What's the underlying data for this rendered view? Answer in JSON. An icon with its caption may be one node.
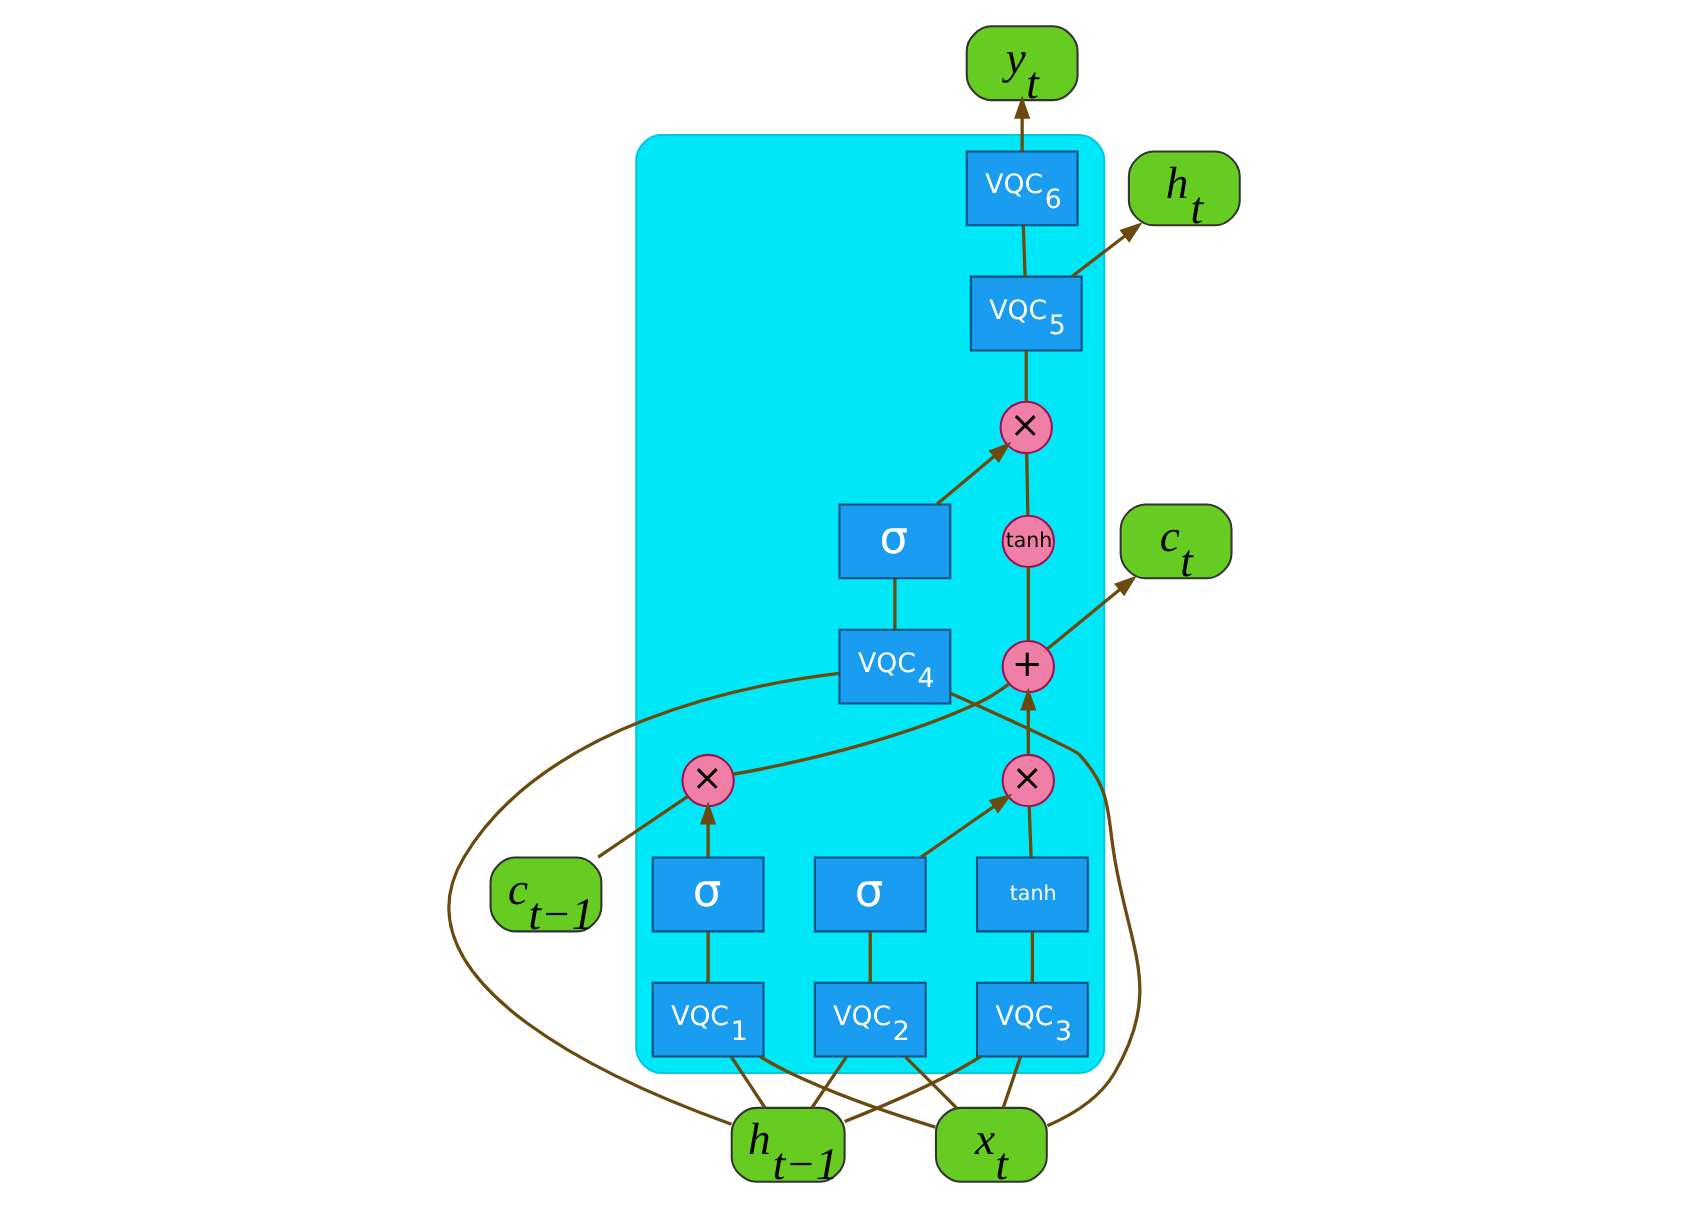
{
  "diagram": {
    "nodes": [
      {
        "text": [],
        "shape": "box"
      },
      {
        "text": [
          "c$_{t−1}$"
        ]
      },
      {
        "text": [
          "h$_{t−1}$"
        ]
      },
      {
        "text": [
          "x$_{t}$"
        ]
      },
      {
        "text": [
          "y$_{t}$"
        ]
      },
      {
        "text": [
          "c$_{t}$"
        ]
      },
      {
        "text": [
          "h$_{t}$"
        ]
      },
      {
        "text": [
          "×"
        ],
        "in": 0
      },
      {
        "text": [
          "+"
        ],
        "in": 0
      },
      {
        "text": [
          "×"
        ],
        "in": 0
      },
      {
        "text": [
          "×"
        ],
        "in": 0
      },
      {
        "text": [
          "tanh"
        ],
        "in": 0
      },
      {
        "text": [
          "σ"
        ],
        "in": 0
      },
      {
        "text": [
          "VQC$_{1}$"
        ],
        "in": 0
      },
      {
        "text": [
          "σ"
        ],
        "in": 0
      },
      {
        "text": [
          "VQC$_{2}$"
        ],
        "in": 0
      },
      {
        "text": [
          "tanh"
        ],
        "in": 0
      },
      {
        "text": [
          "VQC$_{3}$"
        ],
        "in": 0
      },
      {
        "text": [
          "σ"
        ],
        "in": 0
      },
      {
        "text": [
          "VQC$_{4}$"
        ],
        "in": 0
      },
      {
        "text": [
          "VQC$_{5}$"
        ],
        "in": 0
      },
      {
        "text": [
          "VQC$_{6}$"
        ],
        "in": 0
      }
    ],
    "edges": [
      {
        "from": 1,
        "to": 7,
        "arrow": "none"
      },
      {
        "from": 7,
        "to": 8,
        "arrow": "none"
      },
      {
        "from": 8,
        "to": 5,
        "arrow": "to"
      },
      {
        "from": 8,
        "to": 11,
        "arrow": "none"
      },
      {
        "from": 11,
        "to": 10,
        "arrow": "none"
      },
      {
        "from": 2,
        "to": 13,
        "arrow": "none"
      },
      {
        "from": 2,
        "to": 15,
        "arrow": "none"
      },
      {
        "from": 2,
        "to": 17,
        "arrow": "none"
      },
      {
        "from": 2,
        "to": 19,
        "arrow": "none"
      },
      {
        "from": 3,
        "to": 13,
        "arrow": "none"
      },
      {
        "from": 3,
        "to": 15,
        "arrow": "none"
      },
      {
        "from": 3,
        "to": 17,
        "arrow": "none"
      },
      {
        "from": 3,
        "to": 19,
        "arrow": "none"
      },
      {
        "from": 13,
        "to": 12,
        "arrow": "none"
      },
      {
        "from": 12,
        "to": 7,
        "arrow": "to"
      },
      {
        "from": 15,
        "to": 14,
        "arrow": "none"
      },
      {
        "from": 14,
        "to": 9,
        "arrow": "to"
      },
      {
        "from": 17,
        "to": 16,
        "arrow": "none"
      },
      {
        "from": 16,
        "to": 9,
        "arrow": "none"
      },
      {
        "from": 9,
        "to": 8,
        "arrow": "to"
      },
      {
        "from": 19,
        "to": 18,
        "arrow": "none"
      },
      {
        "from": 18,
        "to": 10,
        "arrow": "to"
      },
      {
        "from": 10,
        "to": 20,
        "arrow": "none"
      },
      {
        "from": 20,
        "to": 6,
        "arrow": "to"
      },
      {
        "from": 20,
        "to": 21,
        "arrow": "none"
      },
      {
        "from": 21,
        "to": 4,
        "arrow": "to"
      }
    ]
  }
}
